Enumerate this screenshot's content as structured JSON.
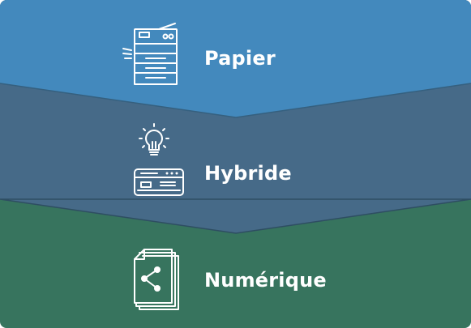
{
  "stages": [
    {
      "label": "Papier",
      "icon": "printer-icon",
      "color": "#4389BD"
    },
    {
      "label": "Hybride",
      "icon": "lightbulb-scanner-icon",
      "color": "#466A88"
    },
    {
      "label": "Numérique",
      "icon": "share-documents-icon",
      "color": "#37745E"
    }
  ]
}
